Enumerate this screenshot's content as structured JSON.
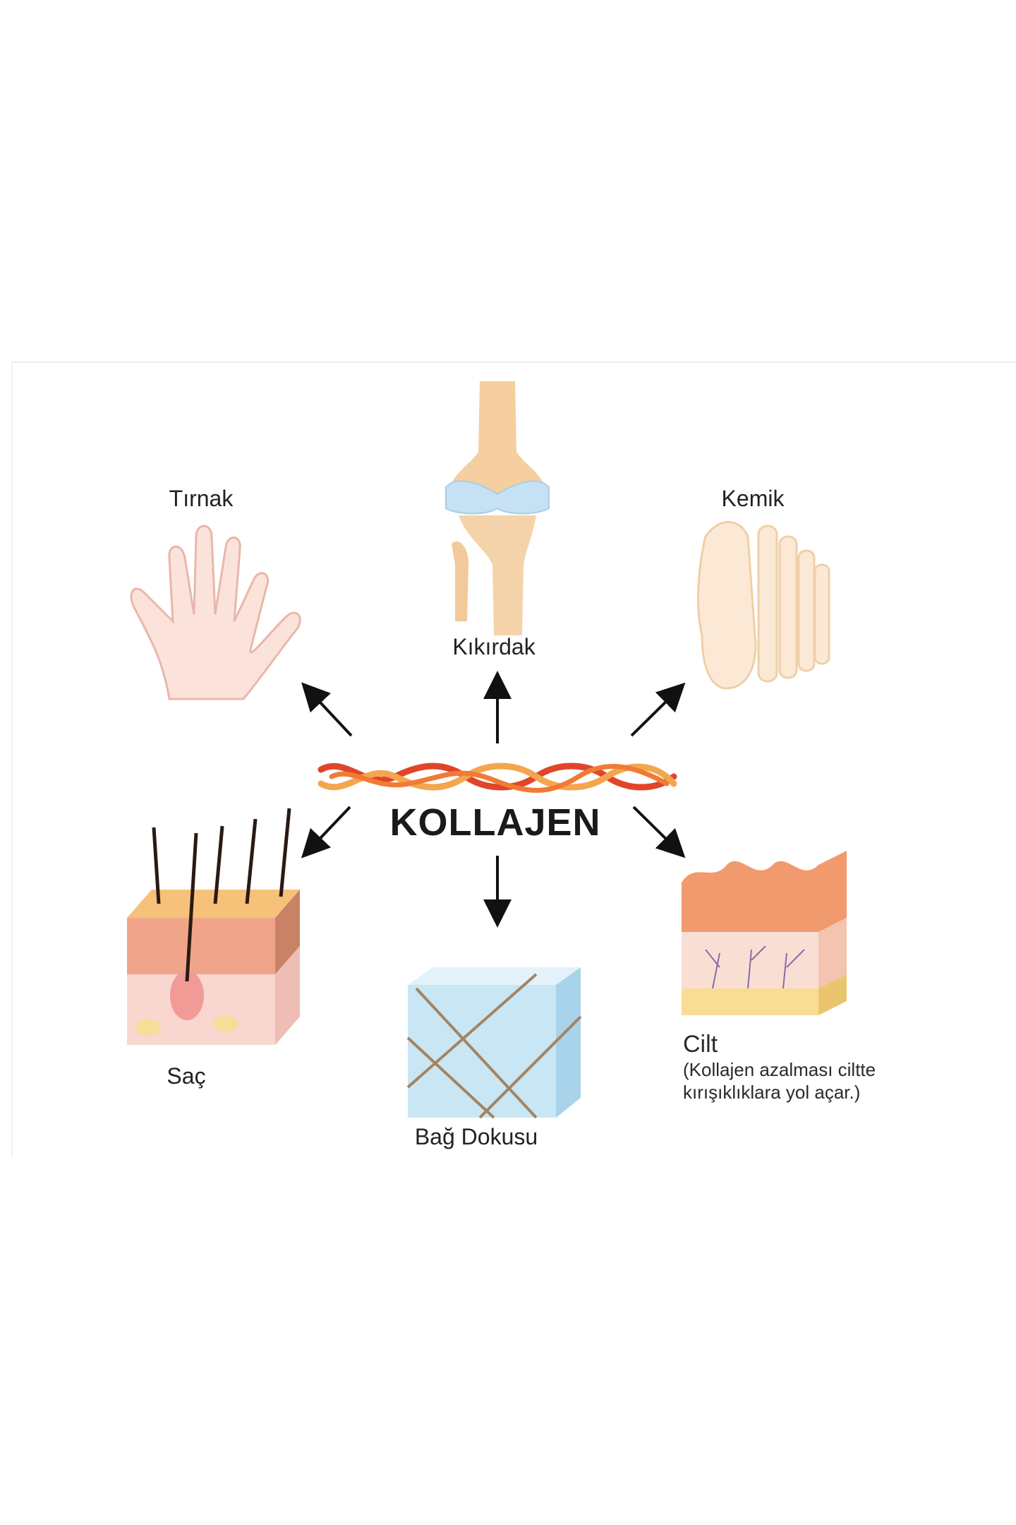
{
  "center": {
    "title": "KOLLAJEN"
  },
  "items": [
    {
      "label": "Tırnak"
    },
    {
      "label": "Kıkırdak"
    },
    {
      "label": "Kemik"
    },
    {
      "label": "Saç"
    },
    {
      "label": "Bağ Dokusu"
    },
    {
      "label": "Cilt",
      "note_line1": "(Kollajen azalması ciltte",
      "note_line2": "kırışıklıklara yol açar.)"
    }
  ],
  "colors": {
    "collagen_red": "#e0452a",
    "collagen_orange": "#f3a64f",
    "skin": "#f2a68c",
    "bone": "#f5d1a6",
    "cartilage": "#bcdcf0"
  }
}
